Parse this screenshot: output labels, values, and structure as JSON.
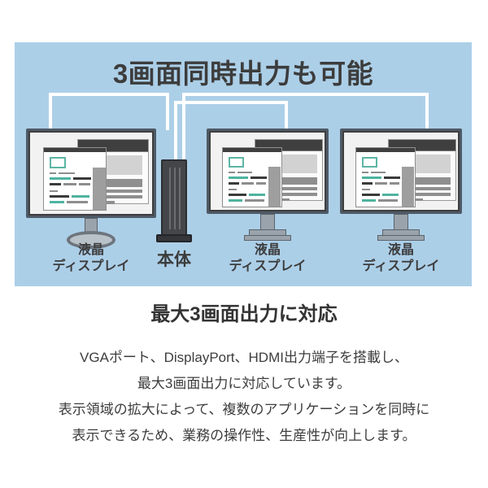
{
  "hero": {
    "title": "3画面同時出力も可能",
    "background_color": "#accfe8",
    "title_color": "#3c3c3c"
  },
  "diagram": {
    "devices": [
      {
        "type": "monitor",
        "label_line1": "液晶",
        "label_line2": "ディスプレイ"
      },
      {
        "type": "pc-tower",
        "label_line1": "本体",
        "label_line2": ""
      },
      {
        "type": "monitor",
        "label_line1": "液晶",
        "label_line2": "ディスプレイ"
      },
      {
        "type": "monitor",
        "label_line1": "液晶",
        "label_line2": "ディスプレイ"
      }
    ],
    "cable_count": 3,
    "cable_color": "#ffffff",
    "accent_color": "#5cb5a5",
    "bezel_color": "#4e5a66",
    "tower_color": "#44464a"
  },
  "content": {
    "sub_heading": "最大3画面出力に対応",
    "paragraph_lines": [
      "VGAポート、DisplayPort、HDMI出力端子を搭載し、",
      "最大3画面出力に対応しています。",
      "表示領域の拡大によって、複数のアプリケーションを同時に",
      "表示できるため、業務の操作性、生産性が向上します。"
    ]
  }
}
